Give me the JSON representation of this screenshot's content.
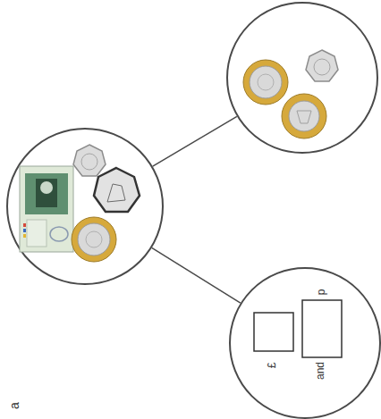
{
  "diagram": {
    "nodes": [
      {
        "text": []
      },
      {
        "text": []
      },
      {
        "text": [
          "£",
          "and",
          "p"
        ]
      }
    ],
    "edges": [
      {
        "from": 0,
        "to": 1,
        "arrow": "none"
      },
      {
        "from": 0,
        "to": 2,
        "arrow": "none"
      }
    ],
    "labels": [
      "a"
    ]
  }
}
